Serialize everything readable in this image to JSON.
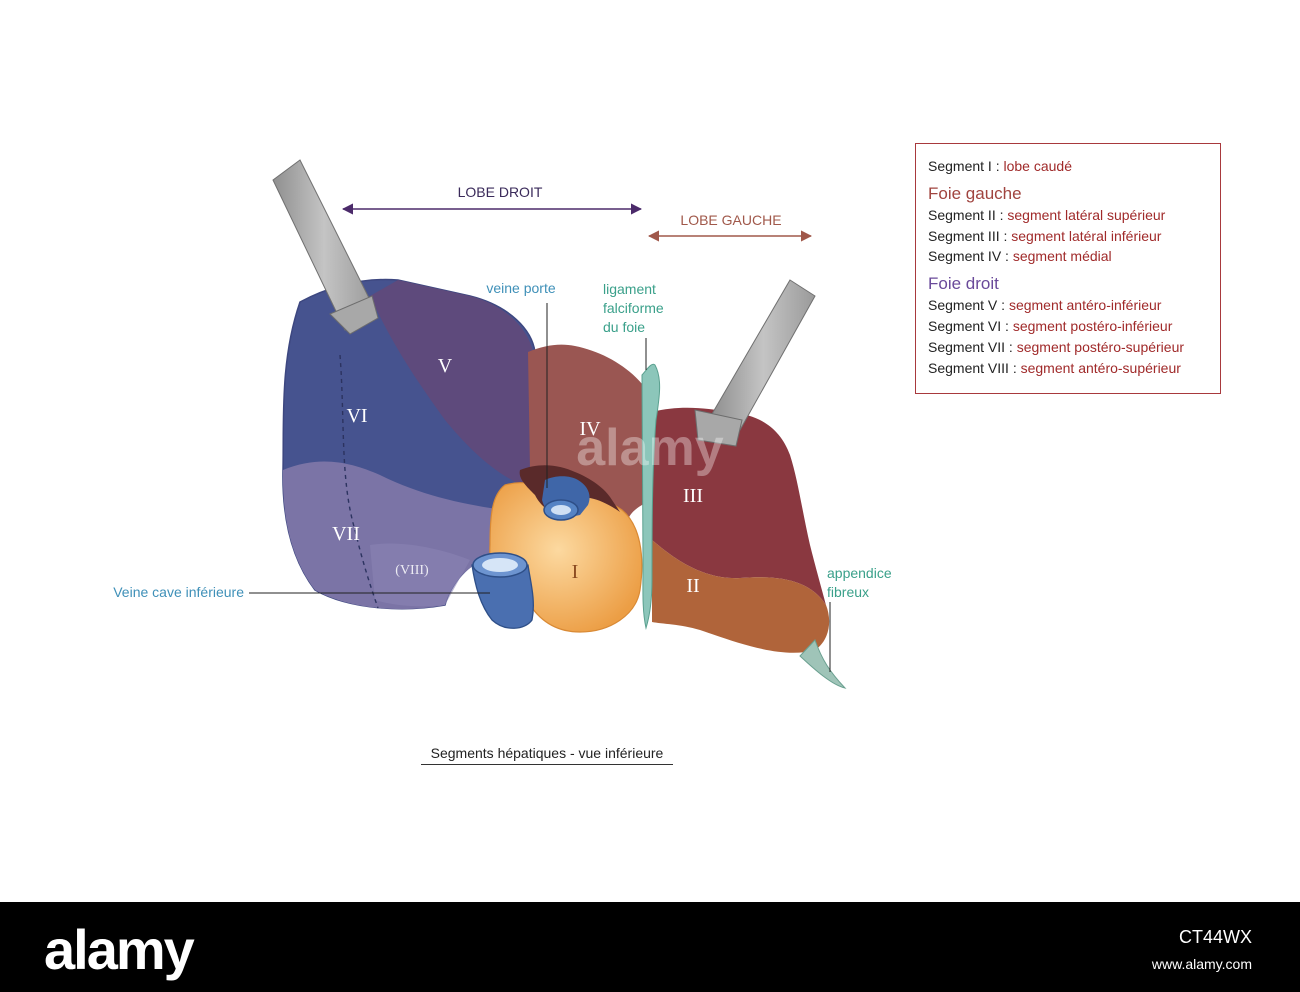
{
  "diagram": {
    "lobe_droit": "LOBE DROIT",
    "lobe_gauche": "LOBE GAUCHE",
    "veine_porte": "veine porte",
    "ligament_line1": "ligament",
    "ligament_line2": "falciforme",
    "ligament_line3": "du foie",
    "veine_cave": "Veine cave inférieure",
    "appendice_line1": "appendice",
    "appendice_line2": "fibreux",
    "segments": {
      "I": "I",
      "II": "II",
      "III": "III",
      "IV": "IV",
      "V": "V",
      "VI": "VI",
      "VII": "VII",
      "VIII": "(VIII)"
    },
    "watermark": "alamy"
  },
  "legend": {
    "seg1_label": "Segment I :",
    "seg1_value": "lobe caudé",
    "foie_gauche": "Foie gauche",
    "seg2_label": "Segment II :",
    "seg2_value": "segment latéral supérieur",
    "seg3_label": "Segment III :",
    "seg3_value": "segment latéral inférieur",
    "seg4_label": "Segment IV :",
    "seg4_value": "segment médial",
    "foie_droit": "Foie droit",
    "seg5_label": "Segment V :",
    "seg5_value": "segment antéro-inférieur",
    "seg6_label": "Segment VI :",
    "seg6_value": "segment postéro-inférieur",
    "seg7_label": "Segment VII :",
    "seg7_value": "segment postéro-supérieur",
    "seg8_label": "Segment VIII :",
    "seg8_value": "segment antéro-supérieur"
  },
  "caption": "Segments hépatiques - vue inférieure",
  "footer": {
    "logo": "alamy",
    "code": "CT44WX",
    "url": "www.alamy.com"
  },
  "colors": {
    "right_lobe_blue": "#46538f",
    "segment_v_purple": "#5e4a7c",
    "segment_vii_lavender": "#7b74a6",
    "segment_iv_brown": "#9a5652",
    "segment_iii_red": "#8a3840",
    "segment_ii_orange": "#b0643a",
    "caudate_orange": "#f0ad55",
    "vein_blue": "#4a6fb0",
    "label_blue": "#3f90b8",
    "legend_border": "#a8393d"
  }
}
